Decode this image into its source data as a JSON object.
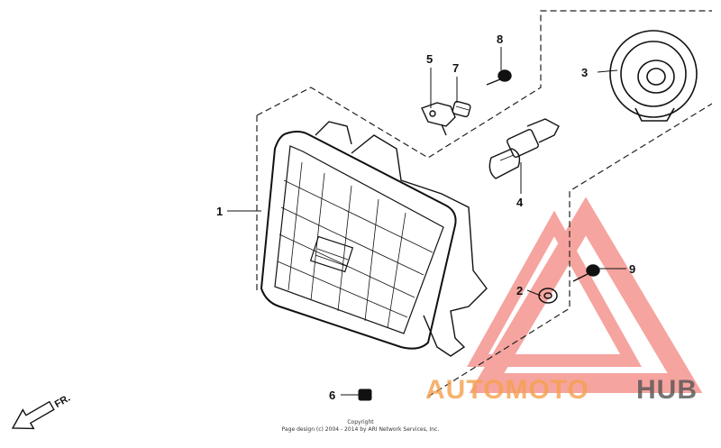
{
  "callouts": {
    "c1": "1",
    "c2": "2",
    "c3": "3",
    "c4": "4",
    "c5": "5",
    "c6": "6",
    "c7": "7",
    "c8": "8",
    "c9": "9"
  },
  "direction_arrow_label": "FR.",
  "copyright": {
    "line1": "Copyright",
    "line2": "Page design (c) 2004 - 2014 by ARI Network Services, Inc."
  },
  "watermark": {
    "part1": "AUTOMOTO",
    "part2": "HUB",
    "color_primary": "#f6a04d",
    "color_secondary": "#555555",
    "triangle_color": "#ee5a52"
  }
}
